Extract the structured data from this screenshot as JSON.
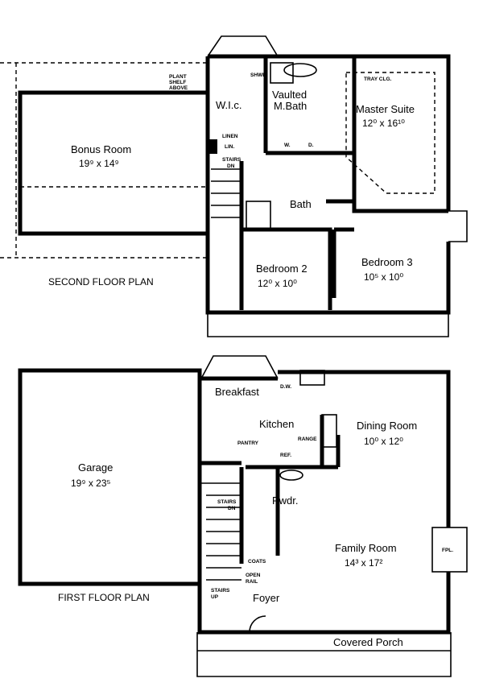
{
  "second_floor": {
    "title": "SECOND FLOOR PLAN",
    "rooms": {
      "bonus": {
        "name": "Bonus Room",
        "dims": "19⁹ x 14⁹"
      },
      "master": {
        "name": "Master Suite",
        "dims": "12⁰ x 16¹⁰"
      },
      "bath_master": {
        "name1": "Vaulted",
        "name2": "M.Bath"
      },
      "wic": {
        "name": "W.I.c."
      },
      "bath": {
        "name": "Bath"
      },
      "bed2": {
        "name": "Bedroom 2",
        "dims": "12⁰ x 10⁰"
      },
      "bed3": {
        "name": "Bedroom 3",
        "dims": "10⁵ x 10⁰"
      }
    },
    "notes": {
      "plant1": "PLANT",
      "plant2": "SHELF",
      "plant3": "ABOVE",
      "shower": "SHWR.",
      "linen": "LINEN",
      "lin": "LIN.",
      "washer": "W.",
      "dryer": "D.",
      "tray": "TRAY CLG.",
      "stairs": "STAIRS",
      "dn": "DN"
    }
  },
  "first_floor": {
    "title": "FIRST FLOOR PLAN",
    "rooms": {
      "garage": {
        "name": "Garage",
        "dims": "19⁹ x 23⁵"
      },
      "breakfast": {
        "name": "Breakfast"
      },
      "kitchen": {
        "name": "Kitchen"
      },
      "dining": {
        "name": "Dining Room",
        "dims": "10⁰ x 12⁰"
      },
      "pwdr": {
        "name": "Pwdr."
      },
      "family": {
        "name": "Family Room",
        "dims": "14³ x 17²"
      },
      "foyer": {
        "name": "Foyer"
      },
      "porch": {
        "name": "Covered Porch"
      }
    },
    "notes": {
      "pantry": "PANTRY",
      "range": "RANGE",
      "ref": "REF.",
      "dw": "D.W.",
      "coats": "COATS",
      "open1": "OPEN",
      "open2": "RAIL",
      "stairs": "STAIRS",
      "dn": "DN",
      "up": "UP",
      "fpl": "FPL."
    }
  }
}
